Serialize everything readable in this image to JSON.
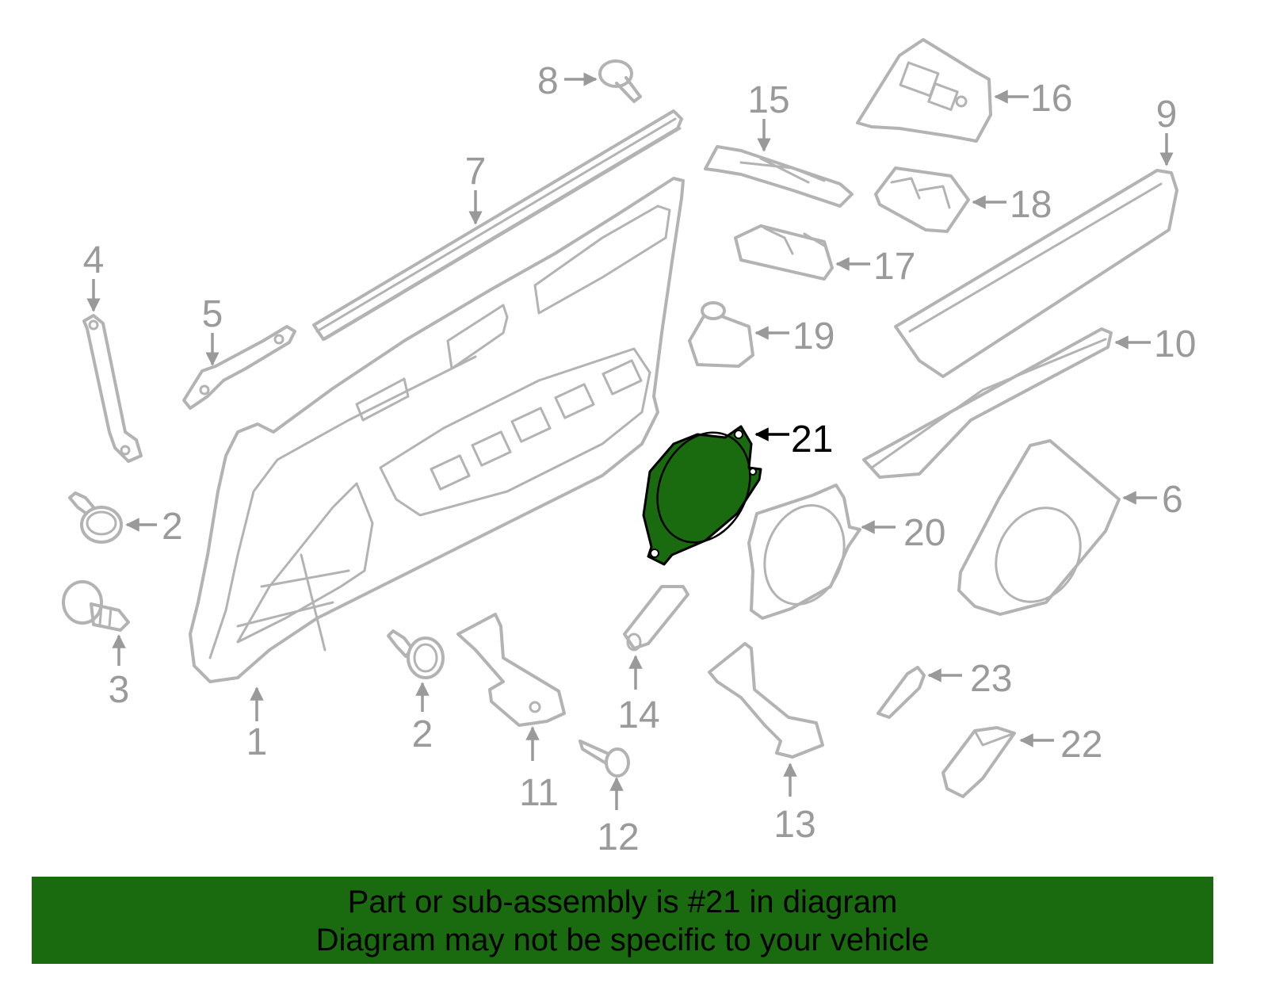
{
  "highlight_color": "#1a6b0f",
  "highlighted_part": "21",
  "callouts": {
    "c1": "1",
    "c2a": "2",
    "c2b": "2",
    "c3": "3",
    "c4": "4",
    "c5": "5",
    "c6": "6",
    "c7": "7",
    "c8": "8",
    "c9": "9",
    "c10": "10",
    "c11": "11",
    "c12": "12",
    "c13": "13",
    "c14": "14",
    "c15": "15",
    "c16": "16",
    "c17": "17",
    "c18": "18",
    "c19": "19",
    "c20": "20",
    "c21": "21",
    "c22": "22",
    "c23": "23"
  },
  "banner": {
    "line1": "Part or sub-assembly is #21 in diagram",
    "line2": "Diagram may not be specific to your vehicle"
  }
}
